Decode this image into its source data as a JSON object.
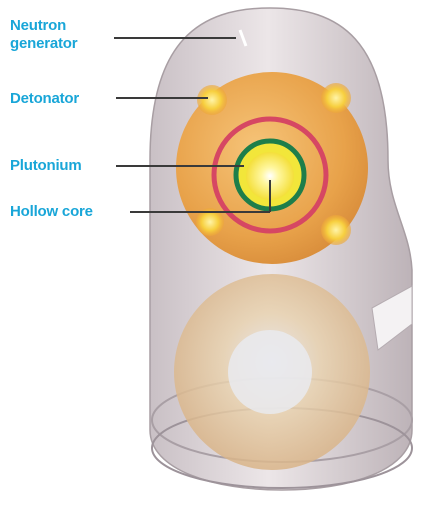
{
  "labels": {
    "neutron_generator": "Neutron generator",
    "detonator": "Detonator",
    "plutonium": "Plutonium",
    "hollow_core": "Hollow core"
  },
  "colors": {
    "label_text": "#19a6d8",
    "leader_line": "#3a3a3a",
    "casing": "#dcd3d6",
    "explosive_sphere": "#e9a94f",
    "tamper_ring": "#d64763",
    "plutonium_ring": "#1e7e4a",
    "core": "#fff36a",
    "detonator": "#f3c53b"
  }
}
